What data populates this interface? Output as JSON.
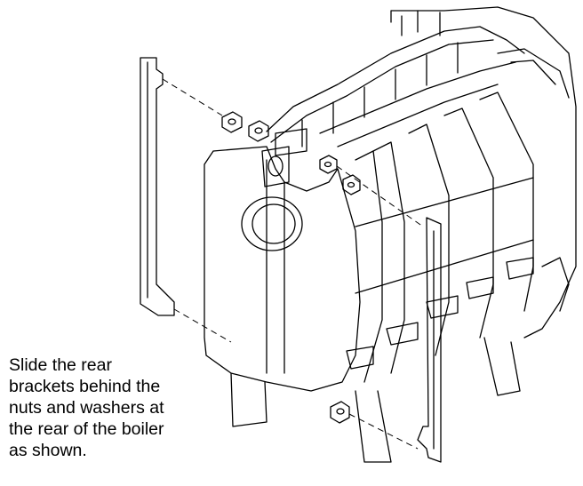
{
  "caption": {
    "lines": [
      "Slide the rear",
      "brackets behind the",
      "nuts and washers at",
      "the rear of the boiler",
      "as shown."
    ]
  },
  "colors": {
    "line": "#000000",
    "background": "#ffffff"
  }
}
